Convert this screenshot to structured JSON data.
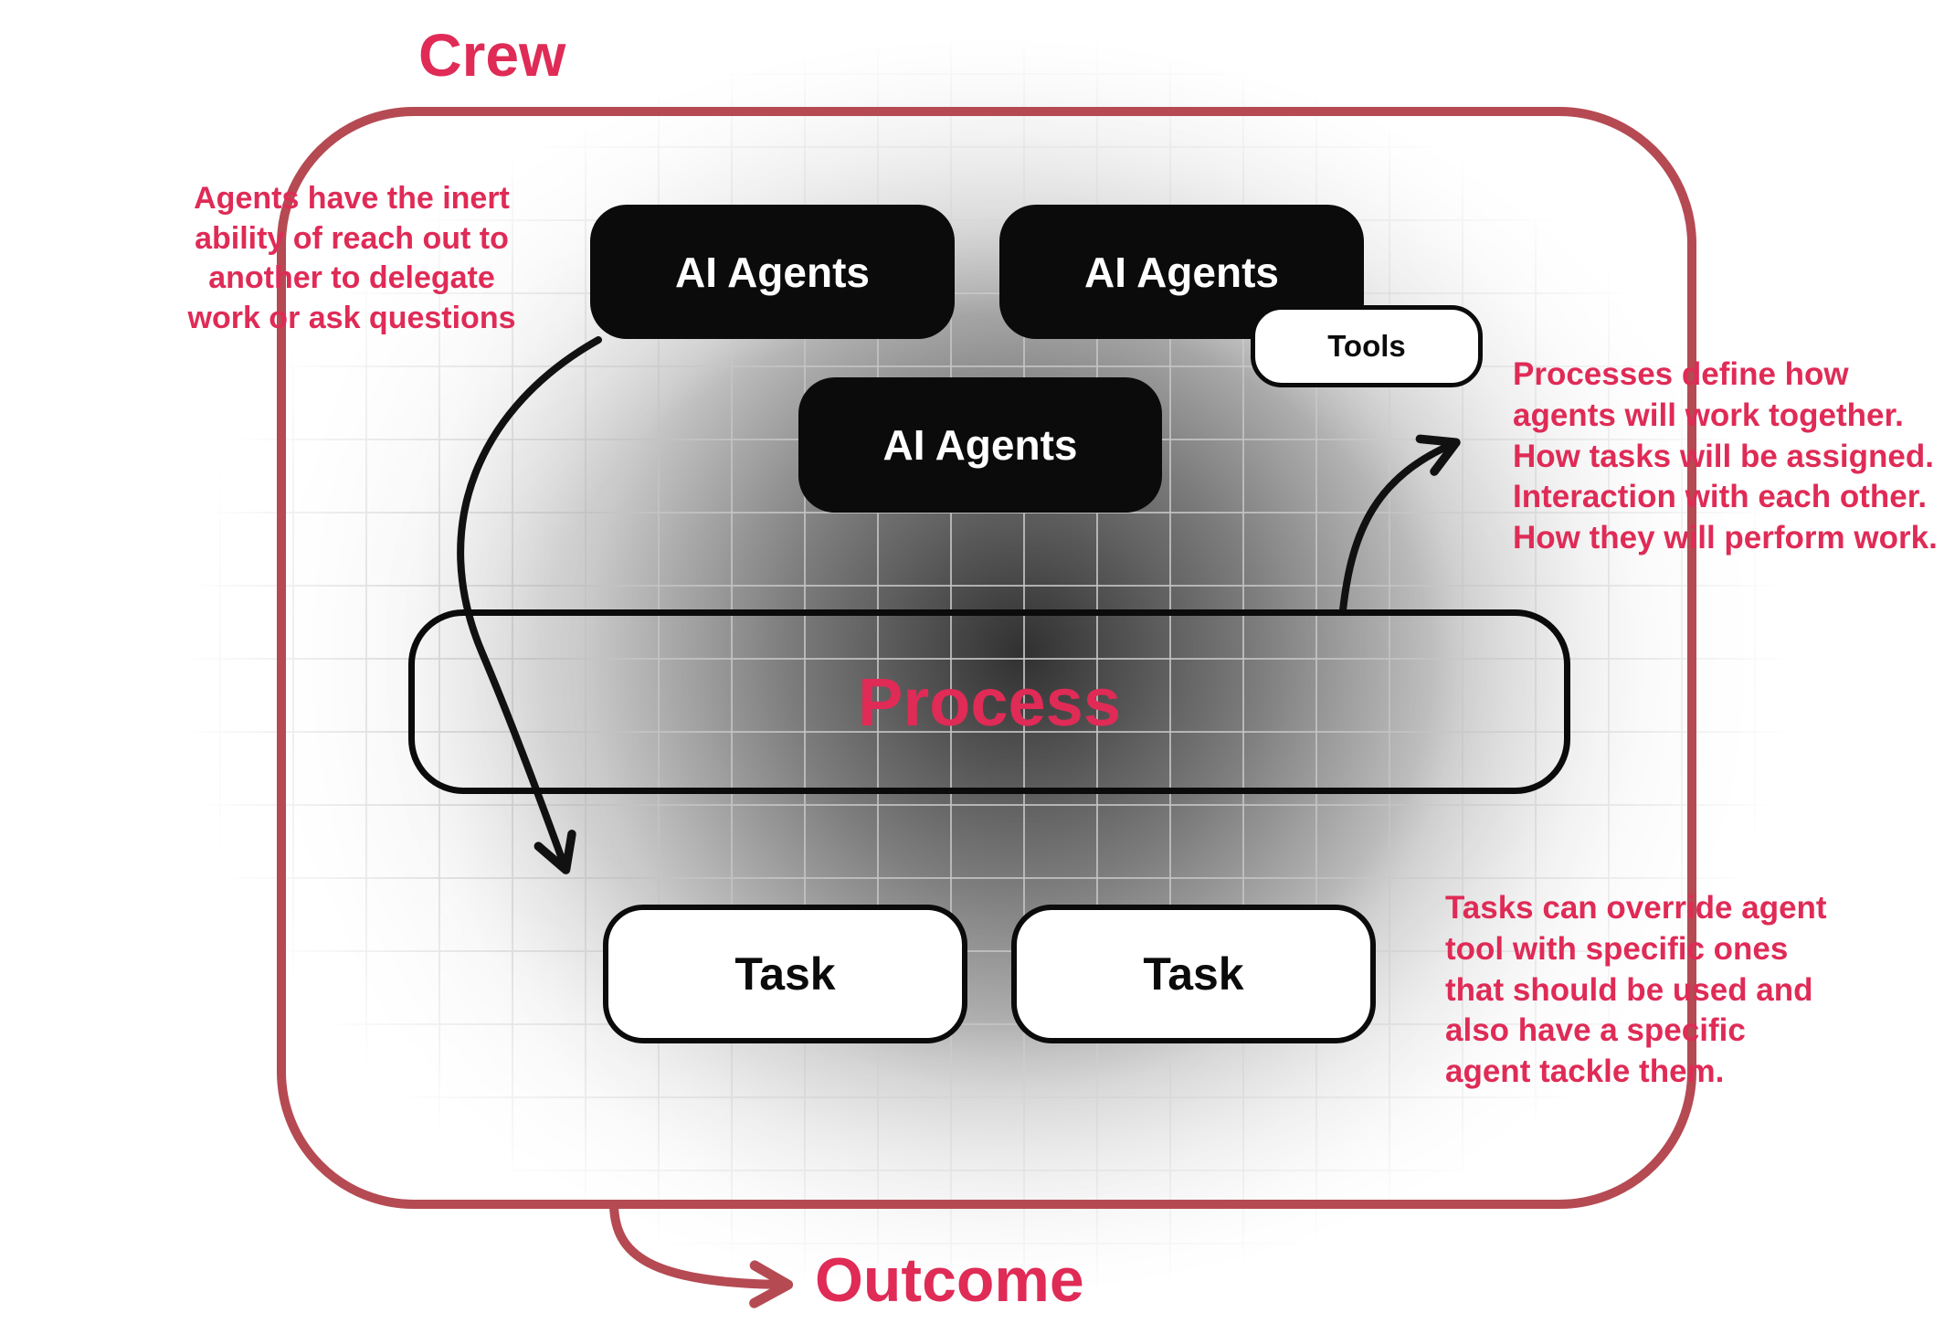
{
  "title": "Crew",
  "colors": {
    "crimson": "#df2b56",
    "border_red": "#b54a52",
    "box_black": "#0b0b0b",
    "box_white": "#ffffff"
  },
  "crew": {
    "label": "Crew"
  },
  "outcome": {
    "label": "Outcome"
  },
  "nodes": {
    "agent1": {
      "label": "AI Agents"
    },
    "agent2": {
      "label": "AI Agents"
    },
    "agent3": {
      "label": "AI Agents"
    },
    "tools": {
      "label": "Tools"
    },
    "process": {
      "label": "Process"
    },
    "task1": {
      "label": "Task"
    },
    "task2": {
      "label": "Task"
    }
  },
  "annotations": {
    "left": "Agents have the inert\nability of reach out to\nanother to delegate\nwork or ask questions",
    "right_top": "Processes define how\nagents will work together.\nHow tasks will be assigned.\nInteraction with each other.\nHow they will perform work.",
    "right_bottom": "Tasks can override agent\ntool with specific ones\nthat should be used and\nalso have a specific\nagent tackle them."
  }
}
